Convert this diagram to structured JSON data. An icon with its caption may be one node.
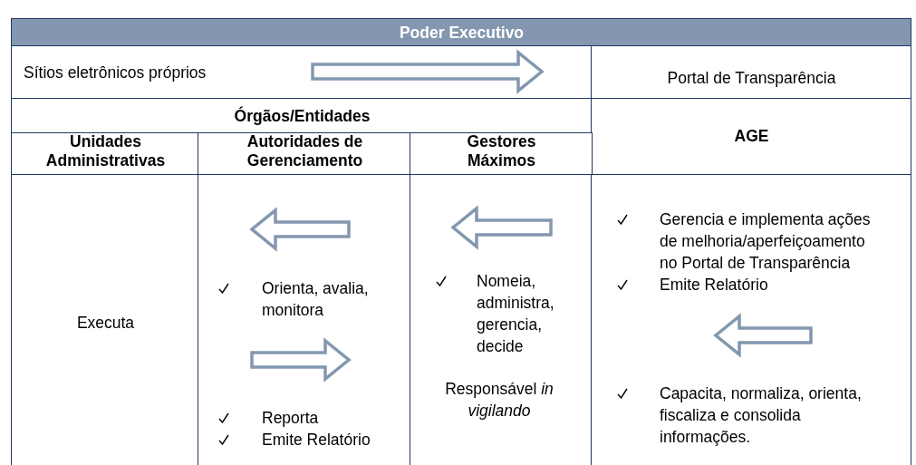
{
  "diagram": {
    "nodes": [
      {
        "text": [
          "Poder Executivo"
        ]
      },
      {
        "text": [
          "Sítios eletrônicos próprios"
        ]
      },
      {
        "text": [
          "Portal de Transparência"
        ]
      },
      {
        "text": [
          "Órgãos/Entidades"
        ]
      },
      {
        "text": [
          "AGE"
        ]
      },
      {
        "text": [
          "Unidades Administrativas"
        ]
      },
      {
        "text": [
          "Autoridades de Gerenciamento"
        ]
      },
      {
        "text": [
          "Gestores Máximos"
        ]
      },
      {
        "text": [
          "Executa"
        ]
      },
      {
        "text": [
          "Orienta, avalia, monitora",
          "Reporta",
          "Emite Relatório"
        ]
      },
      {
        "text": [
          "Nomeia, administra, gerencia, decide",
          "Responsável *in vigilando*"
        ]
      },
      {
        "text": [
          "Gerencia e implementa ações de melhoria/aperfeiçoamento no Portal de Transparência",
          "Emite Relatório",
          "Capacita, normaliza, orienta, fiscaliza e consolida informações."
        ]
      }
    ]
  }
}
